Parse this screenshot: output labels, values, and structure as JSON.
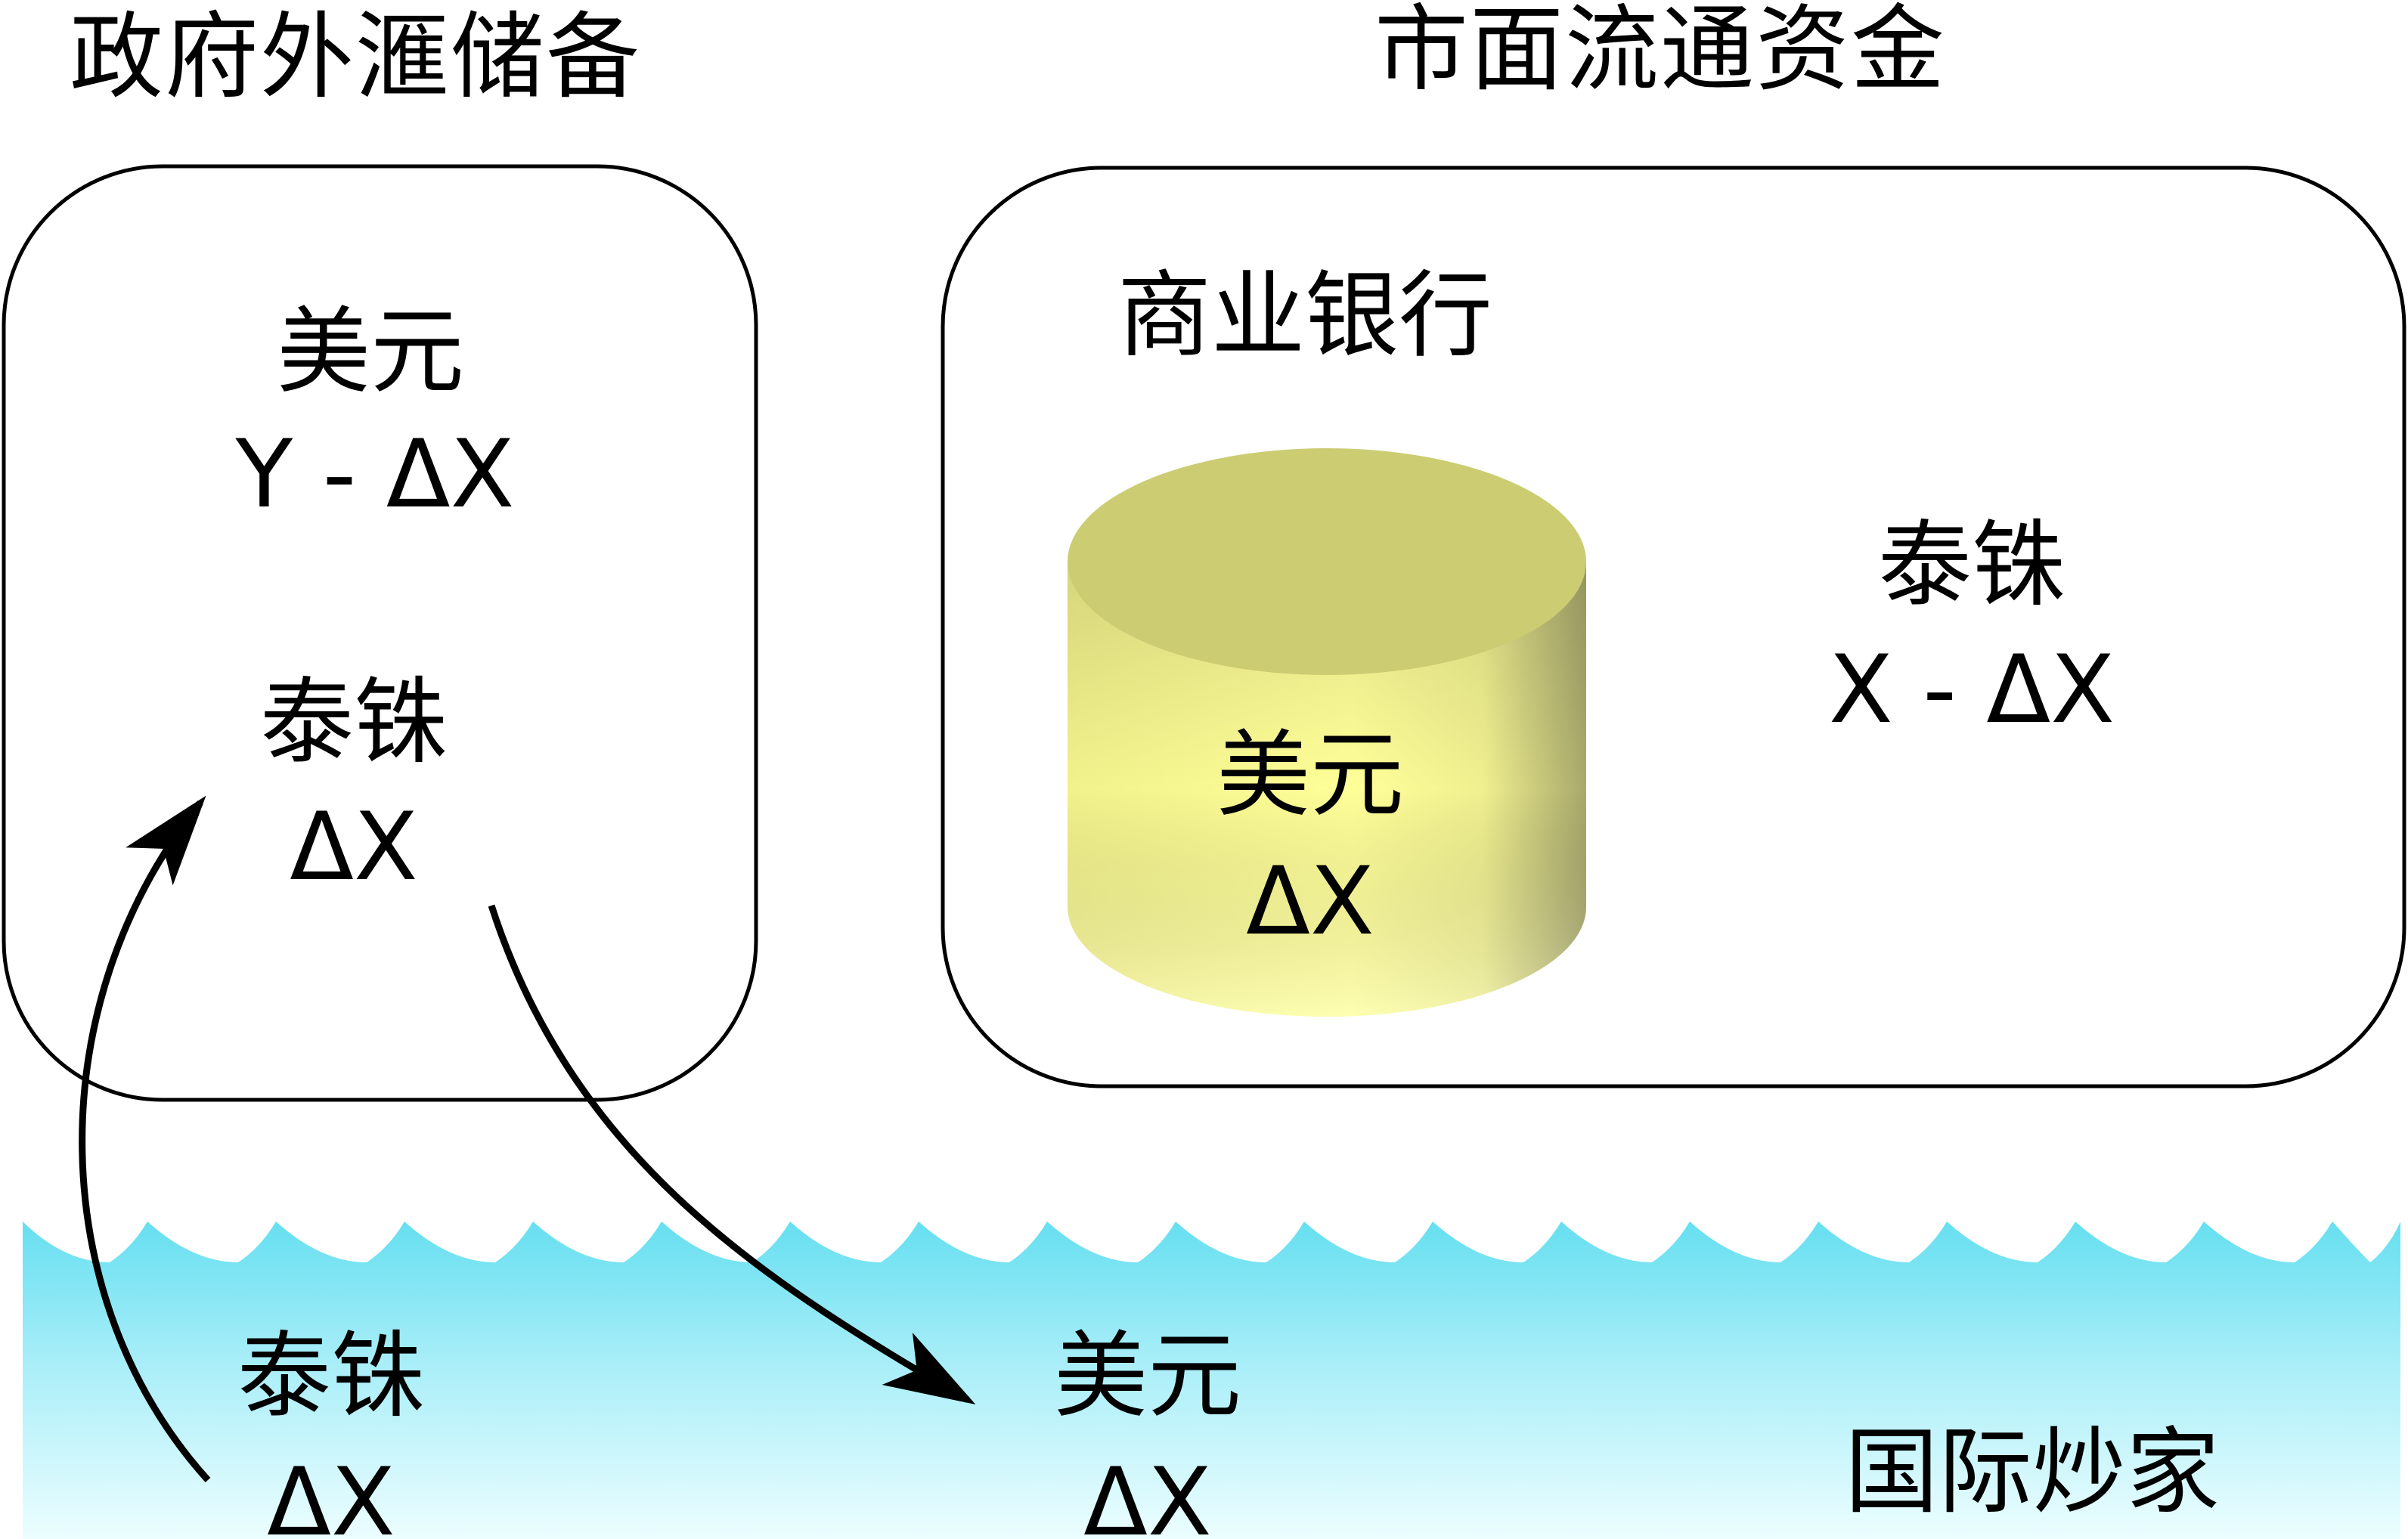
{
  "government_reserves": {
    "title": "政府外滙储备",
    "usd_label": "美元",
    "usd_value": "Y - ΔX",
    "baht_label": "泰铢",
    "baht_value": "ΔX"
  },
  "market_circulation": {
    "title": "市面流通资金",
    "bank_label": "商业银行",
    "bank_usd_label": "美元",
    "bank_usd_value": "ΔX",
    "baht_label": "泰铢",
    "baht_value": "X - ΔX"
  },
  "international_speculators": {
    "label": "国际炒家",
    "baht_label": "泰铢",
    "baht_value": "ΔX",
    "usd_label": "美元",
    "usd_value": "ΔX"
  },
  "colors": {
    "water_top": "#66dff0",
    "water_bottom": "#ecfeff",
    "cylinder_body_light": "#ffff99",
    "cylinder_body_dark": "#b8b873",
    "cylinder_top": "#cccc73",
    "outline": "#000000"
  }
}
